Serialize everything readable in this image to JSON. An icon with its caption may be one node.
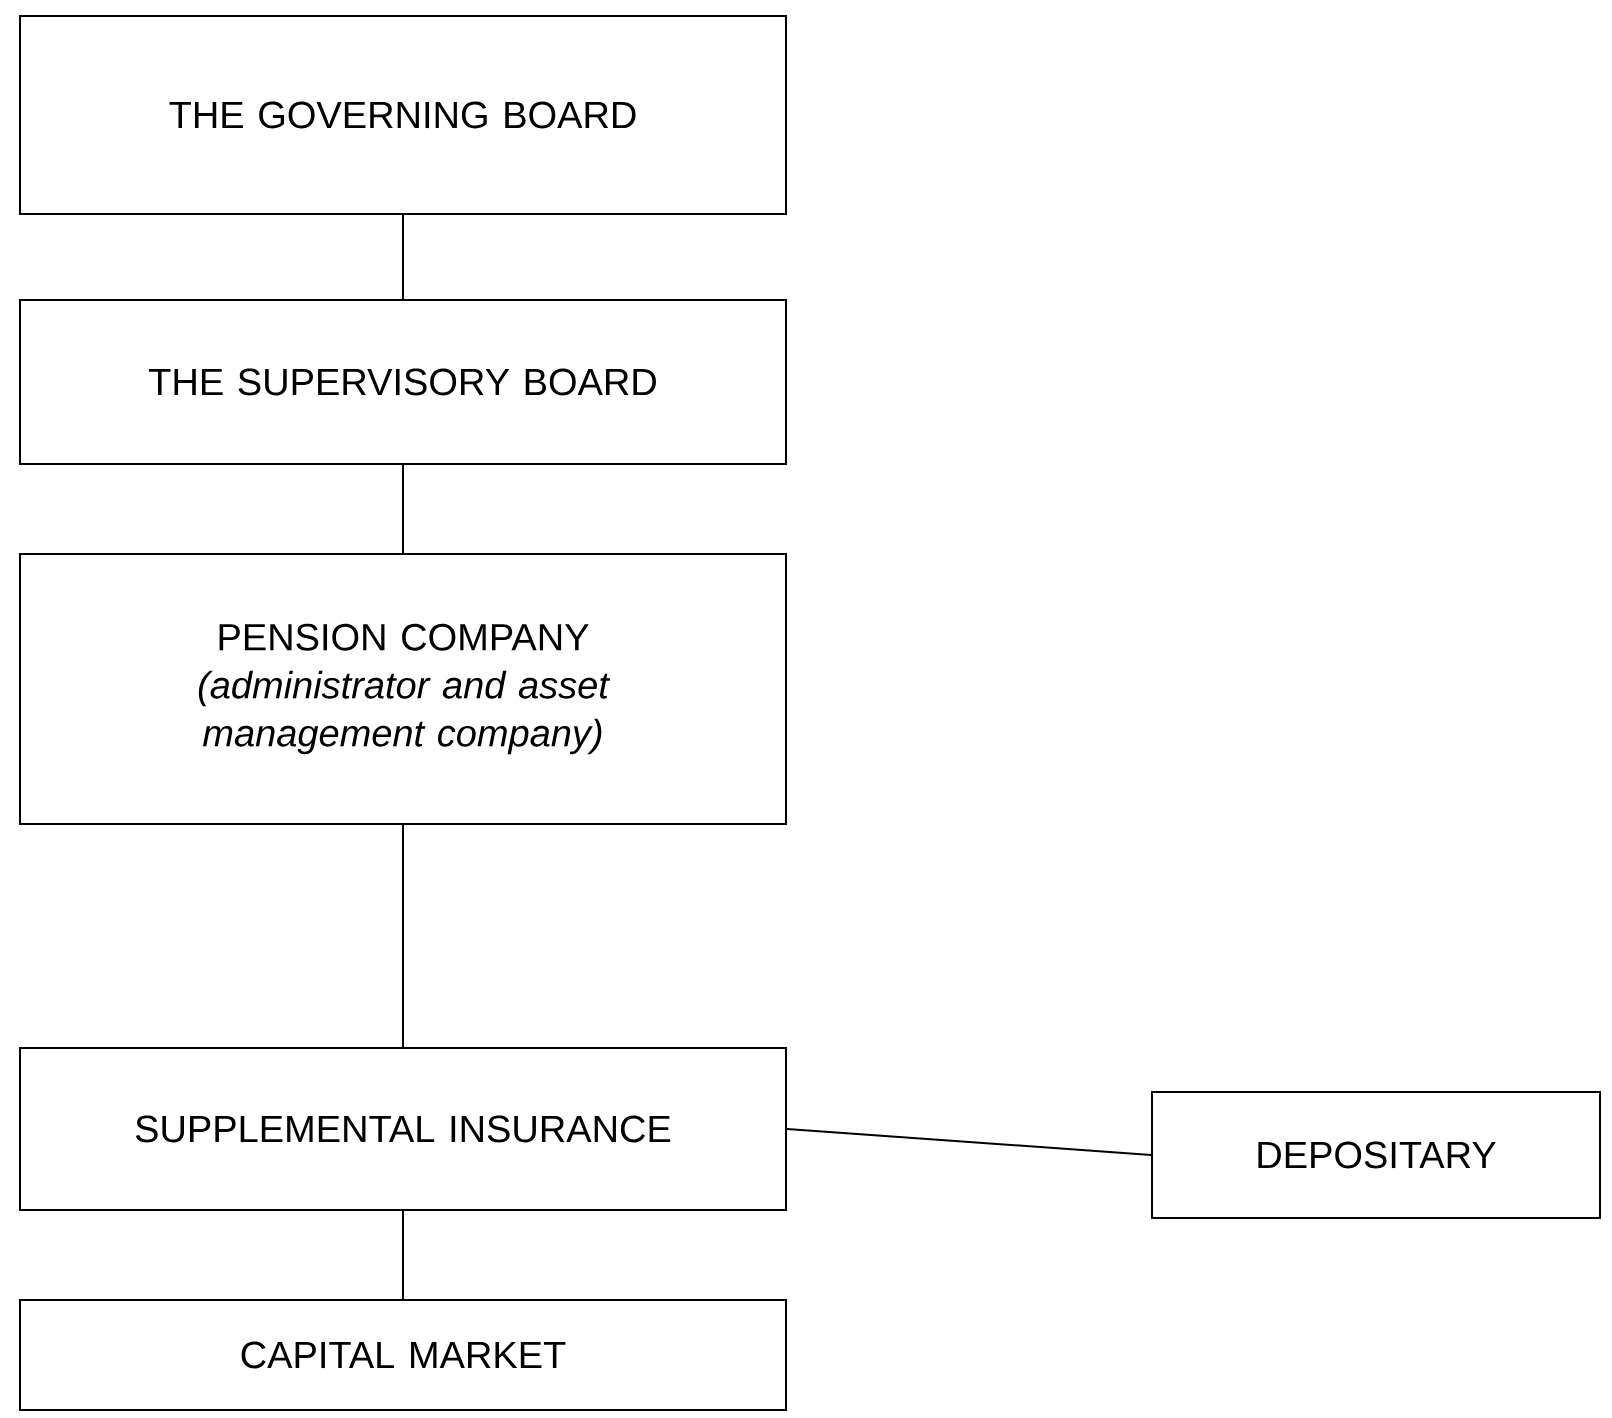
{
  "diagram": {
    "nodes": [
      {
        "text": [
          "THE GOVERNING BOARD"
        ]
      },
      {
        "text": [
          "THE SUPERVISORY BOARD"
        ]
      },
      {
        "text": [
          "PENSION COMPANY",
          "(administrator and asset management company)"
        ]
      },
      {
        "text": [
          "SUPPLEMENTAL INSURANCE"
        ]
      },
      {
        "text": [
          "DEPOSITARY"
        ]
      },
      {
        "text": [
          "CAPITAL MARKET"
        ]
      }
    ],
    "edges": [
      {
        "from": 0,
        "to": 1,
        "arrow": "none"
      },
      {
        "from": 1,
        "to": 2,
        "arrow": "none"
      },
      {
        "from": 2,
        "to": 3,
        "arrow": "none"
      },
      {
        "from": 3,
        "to": 4,
        "arrow": "none"
      },
      {
        "from": 3,
        "to": 5,
        "arrow": "none"
      }
    ]
  }
}
